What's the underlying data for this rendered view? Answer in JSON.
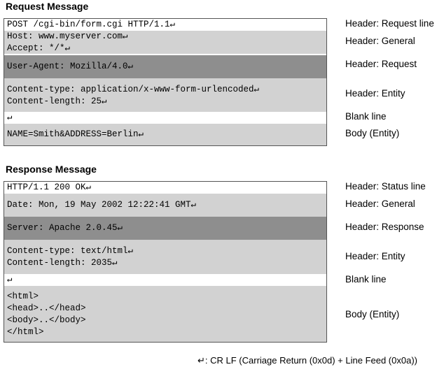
{
  "request": {
    "title": "Request Message",
    "rows": [
      {
        "lines": [
          "POST /cgi-bin/form.cgi HTTP/1.1↵"
        ],
        "label": "Header: Request line"
      },
      {
        "lines": [
          "Host: www.myserver.com↵",
          "Accept: */*↵"
        ],
        "label": "Header: General"
      },
      {
        "lines": [
          "User-Agent: Mozilla/4.0↵"
        ],
        "label": "Header: Request"
      },
      {
        "lines": [
          "Content-type: application/x-www-form-urlencoded↵",
          "Content-length: 25↵"
        ],
        "label": "Header: Entity"
      },
      {
        "lines": [
          "↵"
        ],
        "label": "Blank line"
      },
      {
        "lines": [
          "NAME=Smith&ADDRESS=Berlin↵"
        ],
        "label": "Body (Entity)"
      }
    ]
  },
  "response": {
    "title": "Response Message",
    "rows": [
      {
        "lines": [
          "HTTP/1.1 200 OK↵"
        ],
        "label": "Header: Status line"
      },
      {
        "lines": [
          "Date: Mon, 19 May 2002 12:22:41 GMT↵"
        ],
        "label": "Header: General"
      },
      {
        "lines": [
          "Server: Apache 2.0.45↵"
        ],
        "label": "Header: Response"
      },
      {
        "lines": [
          "Content-type: text/html↵",
          "Content-length: 2035↵"
        ],
        "label": "Header: Entity"
      },
      {
        "lines": [
          "↵"
        ],
        "label": "Blank line"
      },
      {
        "lines": [
          "<html>",
          "<head>..</head>",
          "<body>..</body>",
          "</html>"
        ],
        "label": "Body (Entity)"
      }
    ]
  },
  "legend": "↵: CR LF (Carriage Return (0x0d) + Line Feed (0x0a))",
  "colors": {
    "light": "#d2d2d2",
    "dark": "#8e8e8e",
    "white": "#ffffff",
    "border": "#555555"
  }
}
